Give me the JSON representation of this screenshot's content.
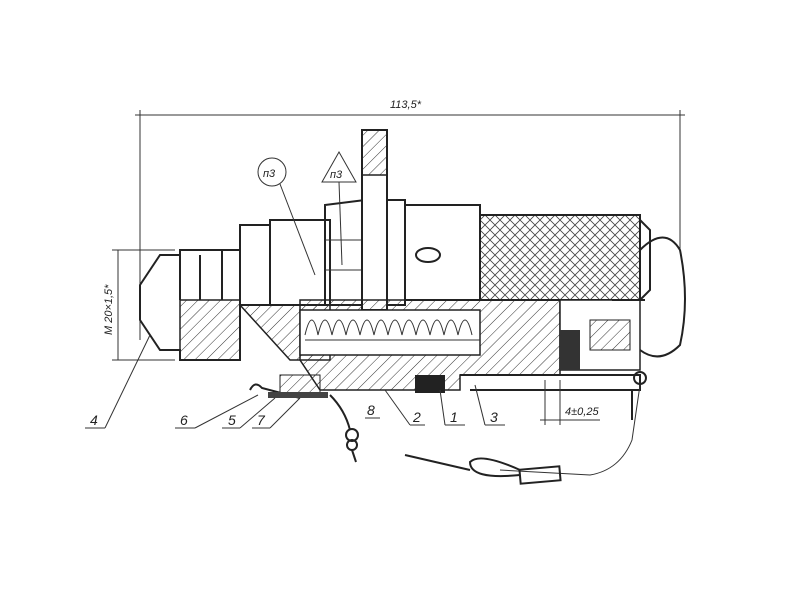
{
  "drawing": {
    "overall_length": "113,5*",
    "thread_dim": "M 20×1,5*",
    "gap_dim": "4±0,25",
    "surface_mark_circle": "п3",
    "surface_mark_triangle": "п3",
    "part_labels": [
      "4",
      "6",
      "5",
      "7",
      "8",
      "2",
      "1",
      "3"
    ]
  }
}
